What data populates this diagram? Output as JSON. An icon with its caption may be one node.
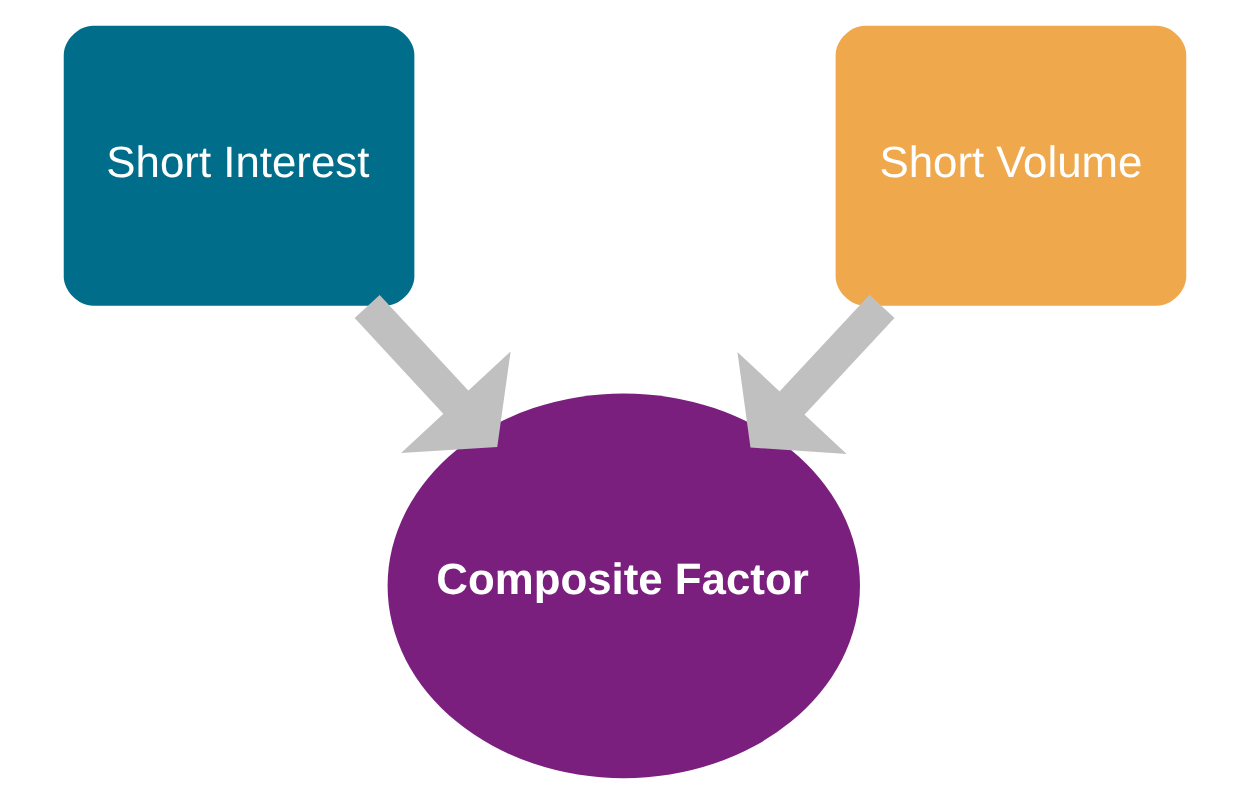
{
  "diagram": {
    "nodes": [
      {
        "text": [
          "Short Interest"
        ]
      },
      {
        "text": [
          "Short Volume"
        ]
      },
      {
        "text": [
          "Composite Factor"
        ]
      }
    ],
    "edges": [
      {
        "from": 0,
        "to": 2,
        "arrow": "to"
      },
      {
        "from": 1,
        "to": 2,
        "arrow": "to"
      }
    ]
  }
}
